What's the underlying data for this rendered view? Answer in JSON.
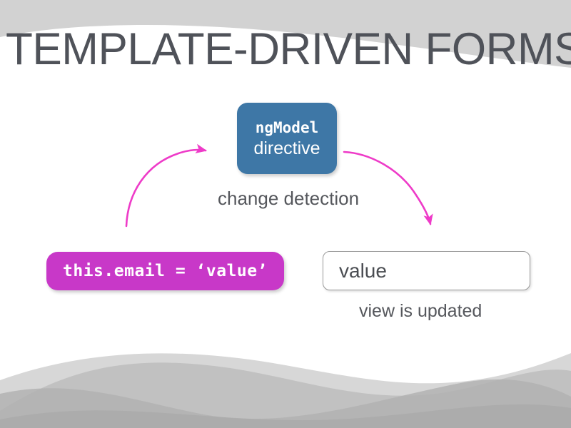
{
  "slide": {
    "title": "TEMPLATE-DRIVEN FORMS",
    "background_color": "#ffffff",
    "title_color": "#4f5259"
  },
  "diagram": {
    "ngmodel_box": {
      "code_label": "ngModel",
      "sub_label": "directive",
      "fill_color": "#3e77a6",
      "text_color": "#ffffff"
    },
    "assignment_box": {
      "code_label": "this.email = ‘value’",
      "fill_color": "#c838c8",
      "text_color": "#ffffff"
    },
    "value_input": {
      "value": "value",
      "border_color": "#9a9a9a",
      "text_color": "#4a4d52"
    },
    "captions": {
      "change_detection": "change detection",
      "view_updated": "view is updated"
    },
    "arrows": {
      "color": "#ee3bc8",
      "left_arrow_name": "model-to-directive-arrow",
      "right_arrow_name": "directive-to-view-arrow"
    }
  },
  "decoration": {
    "top_band_color": "#d2d2d2",
    "wave_color_light": "#c9c9c9",
    "wave_color_mid": "#bdbdbd",
    "wave_color_dark": "#b0b0b0"
  }
}
